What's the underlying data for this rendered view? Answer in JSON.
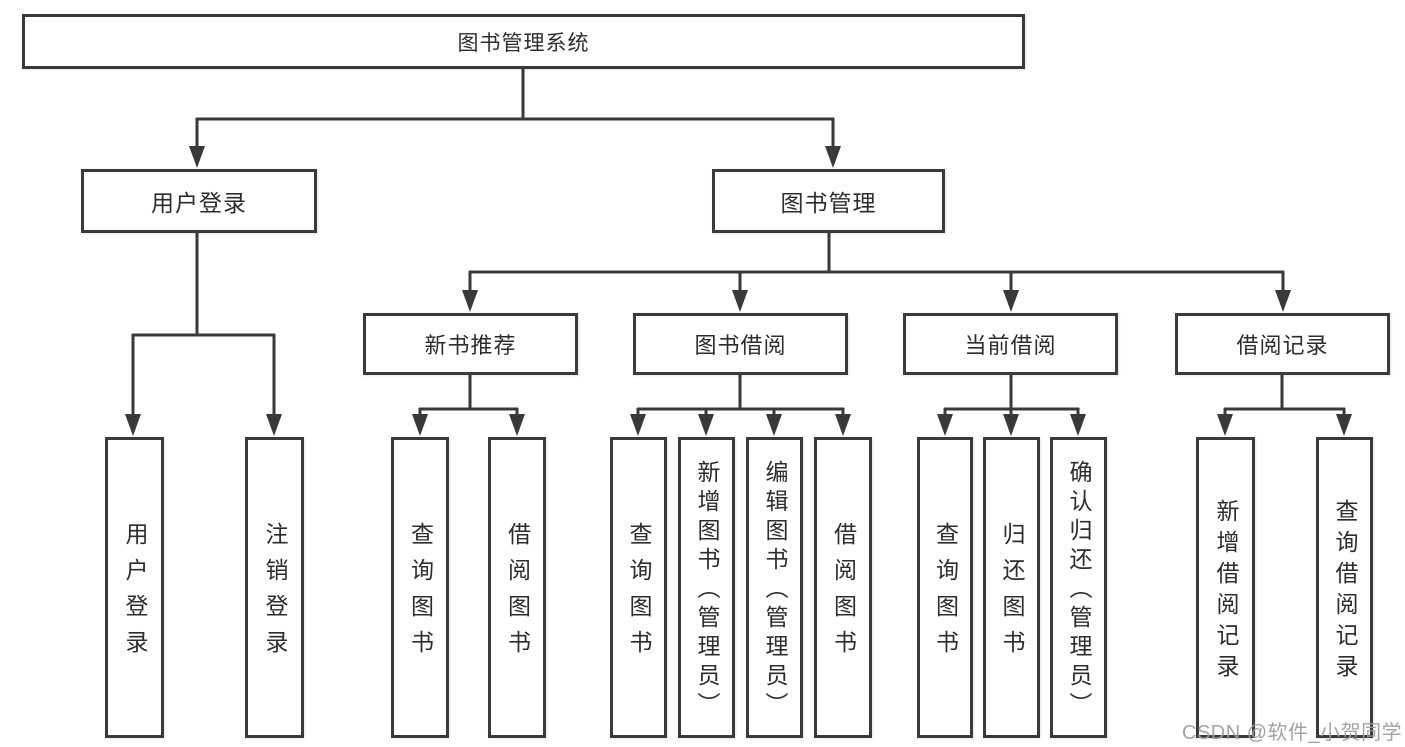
{
  "diagram_title": "图书管理系统",
  "tree": {
    "label": "图书管理系统",
    "children": [
      {
        "label": "用户登录",
        "children": [
          {
            "label": "用户登录"
          },
          {
            "label": "注销登录"
          }
        ]
      },
      {
        "label": "图书管理",
        "children": [
          {
            "label": "新书推荐",
            "children": [
              {
                "label": "查询图书"
              },
              {
                "label": "借阅图书"
              }
            ]
          },
          {
            "label": "图书借阅",
            "children": [
              {
                "label": "查询图书"
              },
              {
                "label": "新增图书（管理员）"
              },
              {
                "label": "编辑图书（管理员）"
              },
              {
                "label": "借阅图书"
              }
            ]
          },
          {
            "label": "当前借阅",
            "children": [
              {
                "label": "查询图书"
              },
              {
                "label": "归还图书"
              },
              {
                "label": "确认归还（管理员）"
              }
            ]
          },
          {
            "label": "借阅记录",
            "children": [
              {
                "label": "新增借阅记录"
              },
              {
                "label": "查询借阅记录"
              }
            ]
          }
        ]
      }
    ]
  },
  "watermark": {
    "text": "CSDN @软件_小贺同学"
  },
  "colors": {
    "line": "#393939",
    "text": "#2d2d2d",
    "watermark": "#9e9e9e",
    "background": "#ffffff"
  }
}
